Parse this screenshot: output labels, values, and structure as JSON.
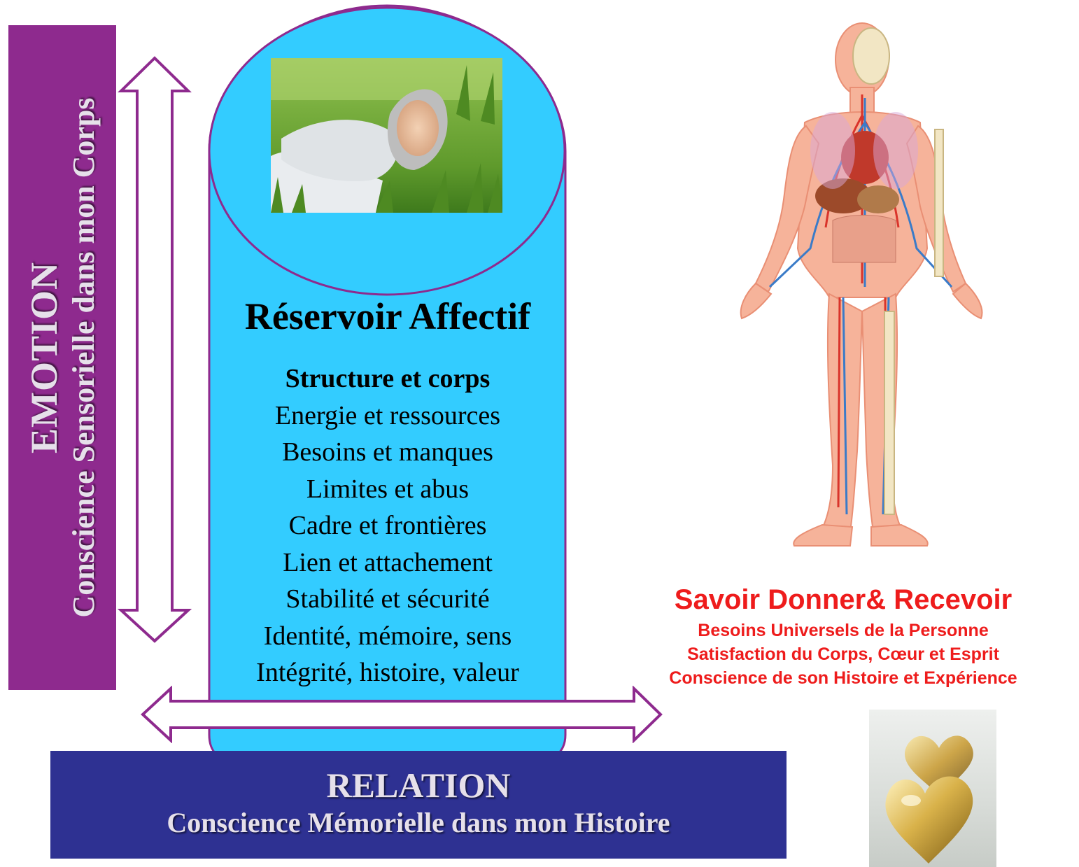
{
  "emotion": {
    "title": "EMOTION",
    "subtitle": "Conscience Sensorielle dans mon Corps",
    "color": "#8e2a8e"
  },
  "relation": {
    "title": "RELATION",
    "subtitle": "Conscience Mémorielle dans mon Histoire",
    "color": "#2e3192"
  },
  "reservoir": {
    "title": "Réservoir Affectif",
    "fill_color": "#33ccff",
    "outline_color": "#8e2a8e",
    "items": [
      "Structure et corps",
      "Energie et ressources",
      "Besoins et manques",
      "Limites et abus",
      "Cadre et frontières",
      "Lien et attachement",
      "Stabilité et sécurité",
      "Identité, mémoire, sens",
      "Intégrité, histoire, valeur"
    ]
  },
  "savoir": {
    "title": "Savoir Donner& Recevoir",
    "lines": [
      "Besoins Universels de la Personne",
      "Satisfaction du Corps, Cœur et Esprit",
      "Conscience de son Histoire et Expérience"
    ],
    "color": "#ee1c1c"
  },
  "images": {
    "photo": "woman-lying-in-grass-photo",
    "anatomy": "human-anatomy-illustration",
    "hearts": "gold-hearts-photo"
  }
}
